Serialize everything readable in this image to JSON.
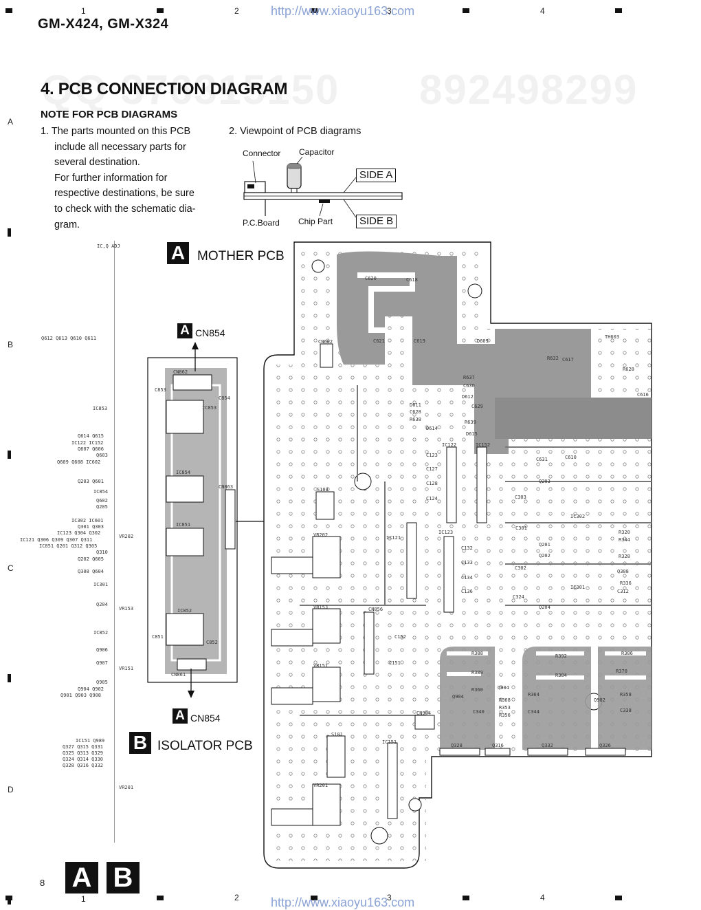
{
  "header": {
    "url": "http://www.xiaoyu163.com",
    "model": "GM-X424, GM-X324",
    "watermarks": [
      "QQ 376315150",
      "892498299"
    ]
  },
  "grid": {
    "columns": [
      "1",
      "2",
      "3",
      "4"
    ],
    "rows": [
      "A",
      "B",
      "C",
      "D"
    ]
  },
  "section": {
    "title": "4. PCB CONNECTION DIAGRAM",
    "note_title": "NOTE FOR PCB DIAGRAMS",
    "note1_lines": [
      "1. The parts mounted on this PCB",
      "include all necessary parts for",
      "several destination.",
      "For further information for",
      "respective destinations, be sure",
      "to check with the schematic dia-",
      "gram."
    ],
    "note2": "2. Viewpoint of PCB diagrams"
  },
  "viewpoint_figure": {
    "connector": "Connector",
    "capacitor": "Capacitor",
    "pcboard": "P.C.Board",
    "chip": "Chip Part",
    "side_a": "SIDE A",
    "side_b": "SIDE B"
  },
  "pcbs": {
    "mother_badge": "A",
    "mother_title": "MOTHER PCB",
    "isolator_badge": "B",
    "isolator_title": "ISOLATOR PCB",
    "cn854_badge": "A",
    "cn854_label": "CN854"
  },
  "left_refs": [
    "IC,Q   ADJ",
    "Q612  Q613  Q610  Q611",
    "IC853",
    "Q614  Q615",
    "IC122  IC152",
    "Q607  Q606",
    "Q603",
    "Q609  Q608  IC602",
    "Q203  Q601",
    "IC854",
    "Q602",
    "Q205",
    "IC302  IC601",
    "Q301  Q303",
    "IC123  Q304  Q302",
    "IC121  Q306  Q309  Q307  Q311",
    "IC851  Q201  Q312  Q305",
    "Q310",
    "Q202  Q605",
    "Q308  Q604",
    "IC301",
    "Q204",
    "IC852",
    "Q906",
    "Q907",
    "Q905",
    "Q904  Q902",
    "Q901  Q903  Q908",
    "IC151  Q989",
    "Q327  Q315  Q331",
    "Q325  Q313  Q329",
    "Q324  Q314  Q330",
    "Q328  Q316  Q332"
  ],
  "vr_refs": [
    "VR202",
    "VR153",
    "VR151",
    "VR201"
  ],
  "isolator_parts": {
    "cn862": "CN862",
    "c853": "C853",
    "c854": "C854",
    "ic853": "IC853",
    "ic854": "IC854",
    "cn863": "CN863",
    "ic851": "IC851",
    "ic852": "IC852",
    "c851": "C851",
    "c852": "C852",
    "cn861": "CN861"
  },
  "mother_parts": [
    "C620",
    "C618",
    "C621",
    "C619",
    "D609",
    "R632",
    "C617",
    "TH603",
    "R628",
    "C616",
    "CN602",
    "R637",
    "C630",
    "D612",
    "C629",
    "D611",
    "C628",
    "R638",
    "R639",
    "D615",
    "D614",
    "IC122",
    "IC152",
    "C123",
    "C127",
    "C128",
    "C124",
    "C631",
    "C610",
    "Q203",
    "C303",
    "IC302",
    "S103",
    "VR202",
    "IC121",
    "IC123",
    "C132",
    "C133",
    "C134",
    "C136",
    "C301",
    "Q201",
    "Q202",
    "C302",
    "IC301",
    "Q308",
    "C312",
    "C324",
    "Q204",
    "R320",
    "R344",
    "R328",
    "R336",
    "VR153",
    "CN856",
    "C152",
    "R388",
    "R392",
    "R386",
    "R370",
    "VR151",
    "C151",
    "R380",
    "R384",
    "R360",
    "Q904",
    "R364",
    "R368",
    "Q902",
    "R358",
    "CN904",
    "C340",
    "C344",
    "C338",
    "R353",
    "R356",
    "Q904",
    "S101",
    "Q328",
    "Q316",
    "Q332",
    "Q326",
    "IC151",
    "VR201"
  ],
  "footer": {
    "page": "8",
    "badge_a": "A",
    "badge_b": "B",
    "url": "http://www.xiaoyu163.com"
  },
  "colors": {
    "copper": "#9a9a9a",
    "ink": "#111111",
    "url": "#8aa2d6",
    "watermark": "#f1f1f1"
  }
}
